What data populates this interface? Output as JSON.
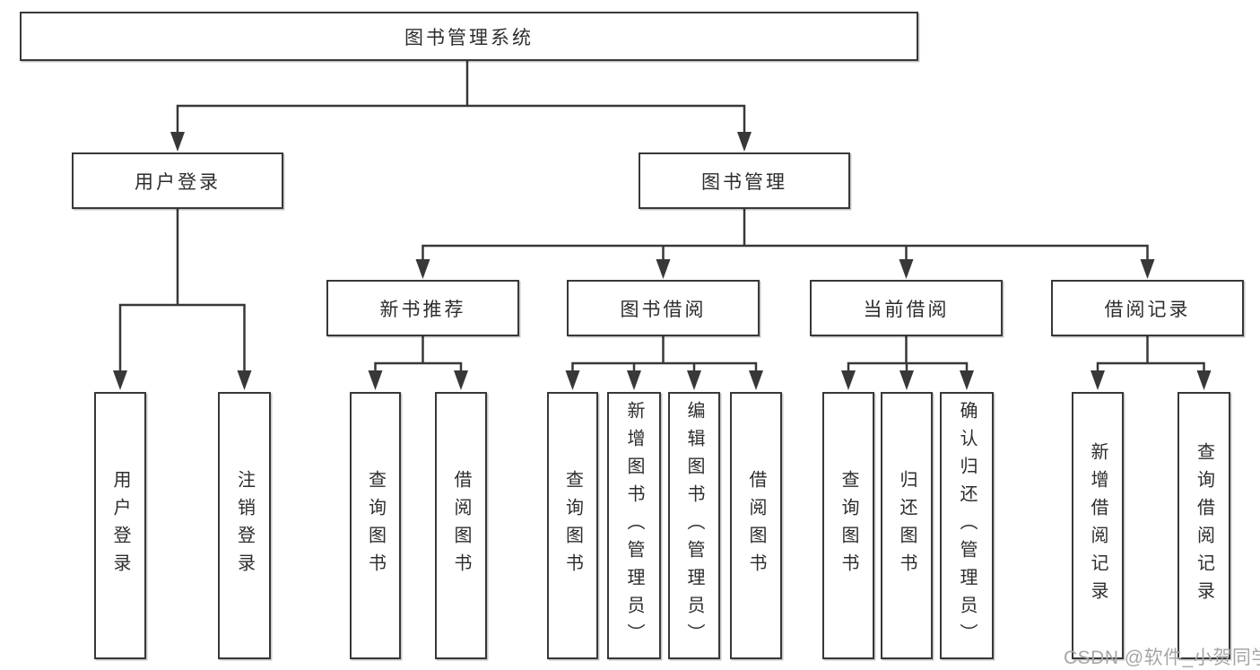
{
  "diagram": {
    "root": {
      "label": "图书管理系统"
    },
    "level2": [
      {
        "label": "用户登录"
      },
      {
        "label": "图书管理"
      }
    ],
    "level3": [
      {
        "label": "新书推荐"
      },
      {
        "label": "图书借阅"
      },
      {
        "label": "当前借阅"
      },
      {
        "label": "借阅记录"
      }
    ],
    "children": {
      "user_login": [
        "用户登录",
        "注销登录"
      ],
      "new_book_recommendation": [
        "查询图书",
        "借阅图书"
      ],
      "book_borrowing": [
        "查询图书",
        "新增图书（管理员）",
        "编辑图书（管理员）",
        "借阅图书"
      ],
      "current_borrowing": [
        "查询图书",
        "归还图书",
        "确认归还（管理员）"
      ],
      "borrowing_records": [
        "新增借阅记录",
        "查询借阅记录"
      ]
    }
  },
  "watermark": {
    "text": "CSDN @软件_小贺同学"
  },
  "colors": {
    "line": "#383838",
    "box_border": "#383838",
    "text": "#2d2d2d",
    "watermark": "#a6a6a6",
    "background": "#ffffff"
  }
}
